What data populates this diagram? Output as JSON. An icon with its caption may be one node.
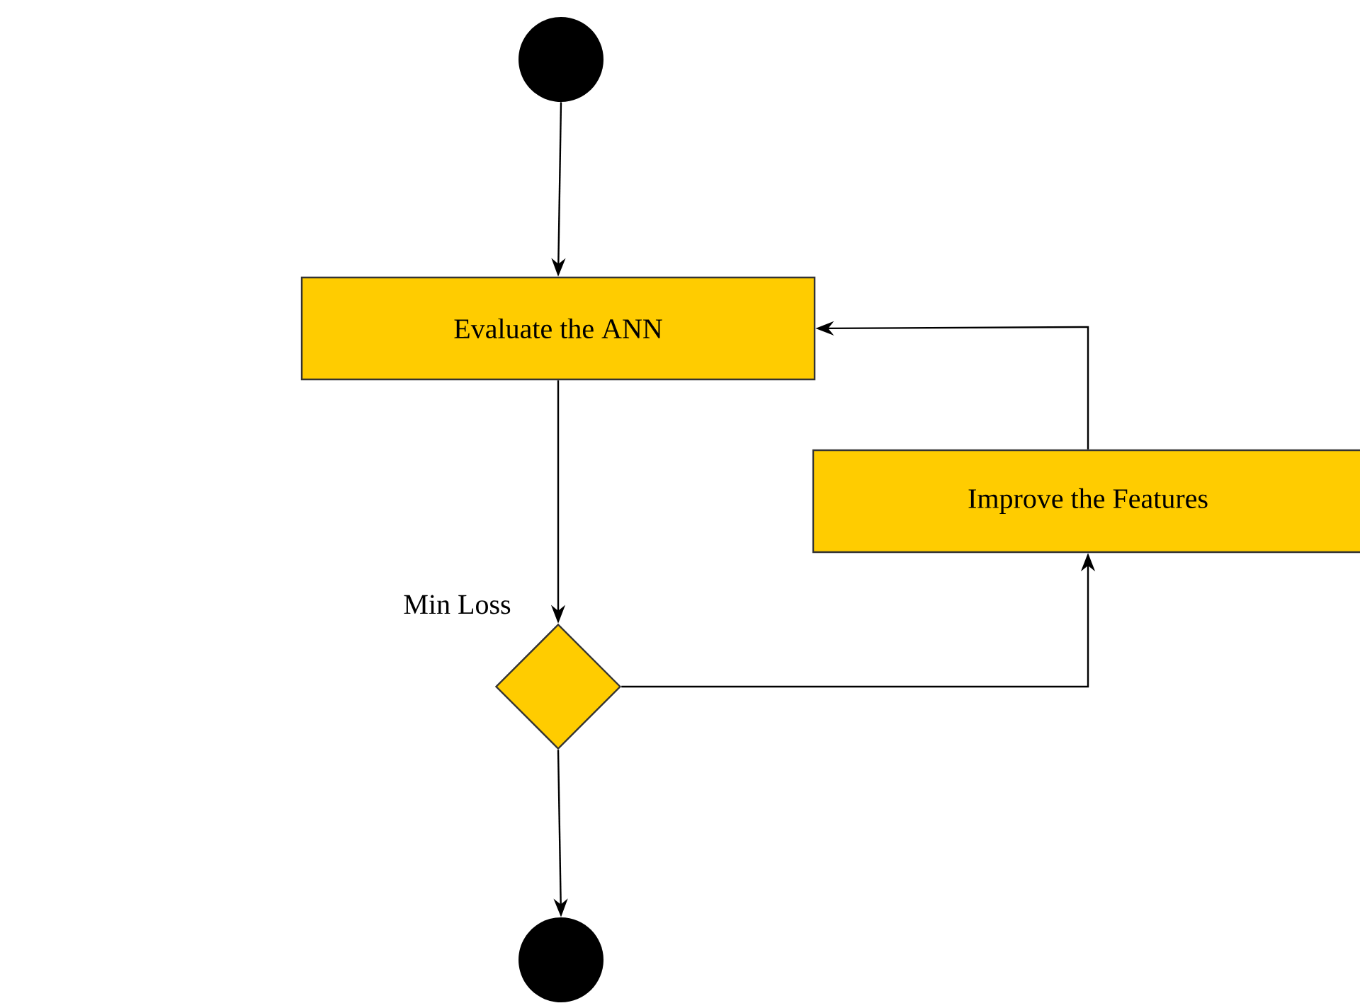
{
  "diagram": {
    "nodes": [
      {
        "text": [],
        "shape": "circle"
      },
      {
        "text": [
          "Evaluate the ANN"
        ]
      },
      {
        "text": [
          "Improve the Features"
        ]
      },
      {
        "text": [],
        "shape": "diamond",
        "beside": [
          "Min Loss"
        ]
      },
      {
        "text": [],
        "shape": "circle"
      }
    ],
    "edges": [
      {
        "from": 0,
        "to": 1,
        "arrow": "to"
      },
      {
        "from": 1,
        "to": 3,
        "arrow": "to"
      },
      {
        "from": 3,
        "to": 2,
        "arrow": "to"
      },
      {
        "from": 2,
        "to": 1,
        "arrow": "to"
      },
      {
        "from": 3,
        "to": 4,
        "arrow": "to"
      }
    ]
  }
}
